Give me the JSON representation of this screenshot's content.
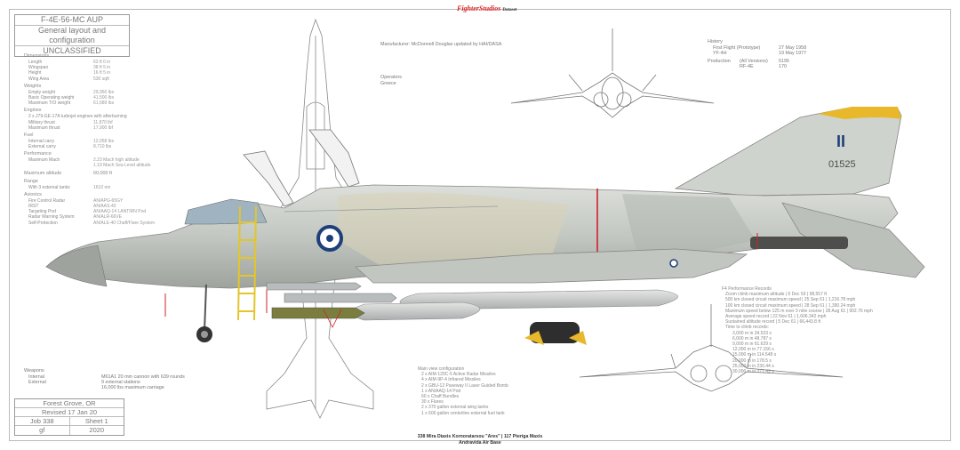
{
  "header": {
    "logo_text": "FighterStudios",
    "logo_sub": "Dataset"
  },
  "title_block": {
    "line1": "F-4E-56-MC AUP",
    "line2": "General layout and configuration",
    "line3": "UNCLASSIFIED"
  },
  "manufacturer": "Manufacturer: McDonnell Douglas updated by HAI/DASA",
  "operators_label": "Operators",
  "operators_value": "Greece",
  "history": {
    "label": "History",
    "first_flight_label": "First Flight (Prototype)",
    "first_flight_model": "YF-4H",
    "first_flight_date": "27 May 1958",
    "date2": "19 May 1977",
    "production_label": "Production",
    "production_model": "(All Versions)",
    "production_count": "5195",
    "production_sub_model": "RF-4E",
    "production_sub_count": "170"
  },
  "specs": [
    {
      "type": "heading",
      "label": "Dimensions"
    },
    {
      "type": "row",
      "label": "Length",
      "value": "63 ft 0 in"
    },
    {
      "type": "row",
      "label": "Wingspan",
      "value": "38 ft 5 in"
    },
    {
      "type": "row",
      "label": "Height",
      "value": "16 ft 5 in"
    },
    {
      "type": "row",
      "label": "Wing Area",
      "value": "530 sqft"
    },
    {
      "type": "heading",
      "label": "Weights"
    },
    {
      "type": "row",
      "label": "Empty weight",
      "value": "29,950 lbs"
    },
    {
      "type": "row",
      "label": "Basic Operating weight",
      "value": "41,500 lbs"
    },
    {
      "type": "row",
      "label": "Maximum T/O weight",
      "value": "61,689 lbs"
    },
    {
      "type": "heading",
      "label": "Engines"
    },
    {
      "type": "row",
      "label": "2 x J79-GE-17A turbojet engines with afterburning",
      "value": ""
    },
    {
      "type": "row",
      "label": "Military thrust",
      "value": "11,870 lbf"
    },
    {
      "type": "row",
      "label": "Maximum thrust",
      "value": "17,900 lbf"
    },
    {
      "type": "heading",
      "label": "Fuel"
    },
    {
      "type": "row",
      "label": "Internal carry",
      "value": "12,058 lbs"
    },
    {
      "type": "row",
      "label": "External carry",
      "value": "8,710 lbs"
    },
    {
      "type": "heading",
      "label": "Performance"
    },
    {
      "type": "row",
      "label": "Maximum Mach",
      "value": "2.23 Mach high altitude"
    },
    {
      "type": "row",
      "label": "",
      "value": "1.19 Mach Sea Level altitude"
    },
    {
      "type": "heading",
      "label": "Maximum altitude",
      "value": "60,000 ft"
    },
    {
      "type": "heading",
      "label": "Range"
    },
    {
      "type": "row",
      "label": "With 3 external tanks",
      "value": "1610 nm"
    },
    {
      "type": "heading",
      "label": "Avionics"
    },
    {
      "type": "row",
      "label": "Fire Control Radar",
      "value": "AN/APG-65GY"
    },
    {
      "type": "row",
      "label": "IRST",
      "value": "AN/AAS-42"
    },
    {
      "type": "row",
      "label": "Targeting Pod",
      "value": "AN/AAQ-14 LANTIRN Pod"
    },
    {
      "type": "row",
      "label": "Radar Warning System",
      "value": "AN/ALR-66VE"
    },
    {
      "type": "row",
      "label": "Self-Protection",
      "value": "AN/ALE-40 Chaff/Flare System"
    }
  ],
  "weapons": {
    "label": "Weapons",
    "internal_label": "Internal",
    "internal_value": "M61A1 20 mm cannon with 639 rounds",
    "external_label": "External",
    "external_value1": "9 external stations",
    "external_value2": "16,000 lbs maximum carriage"
  },
  "main_view_config": {
    "title": "Main view configuration",
    "lines": [
      "2 x AIM-120C-5 Active Radar Missiles",
      "4 x AIM-9P-4 Infrared Missiles",
      "2 x GBU-12 Paveway II Laser Guided Bomb",
      "1 x AN/AAQ-14 Pod",
      "60 x Chaff Bundles",
      "30 x Flares",
      "2 x 370 gallon external wing tanks",
      "1 x 600 gallon centerline external fuel tank"
    ]
  },
  "records": {
    "title": "F4 Performance Records",
    "lines": [
      "Zoom climb maximum altitude | 6 Dec 59 | 98,557 ft",
      "500 km closed circuit maximum speed | 25 Sep 61 | 1,216.78 mph",
      "100 km closed circuit maximum speed | 28 Sep 61 | 1,390.24 mph",
      "Maximum speed below 125 m over 3 mile course | 28 Aug 61 | 902.76 mph",
      "Average speed record | 22 Nov 61 | 1,606.342 mph",
      "Sustained altitude record | 5 Dec 61 | 66,443.8 ft",
      "Time to climb records:",
      "3,000 m in 34.523 s",
      "6,000 m in 48.787 s",
      "9,000 m in 61.629 s",
      "12,000 m in 77.156 s",
      "15,000 m in 114.548 s",
      "20,000 m in 178.5 s",
      "25,000 m in 230.44 s",
      "30,000 m in 371.43 s"
    ]
  },
  "title_block_bottom": {
    "location": "Forest Grove, OR",
    "revised": "Revised 17 Jan 20",
    "job": "Job 338",
    "sheet": "Sheet 1",
    "initials": "gf",
    "year": "2020"
  },
  "footer_line1": "338 Mira Diaxis Kornoratarsou \"Ares\" | 117 Pteriga Maxis",
  "footer_line2": "Andravida Air Base",
  "tail": {
    "number": "01525",
    "code": "II"
  },
  "colors": {
    "camo_light": "#c9ccc4",
    "camo_grey": "#aeb3ae",
    "camo_sand": "#d8d1b7",
    "tail_yellow": "#e8b82a",
    "roundel_blue": "#1f3f7a",
    "ladder_yellow": "#e2c62b",
    "bomb_olive": "#7b7d3e",
    "missile_grey": "#b8bcbd",
    "red_stripe": "#d0202a"
  }
}
